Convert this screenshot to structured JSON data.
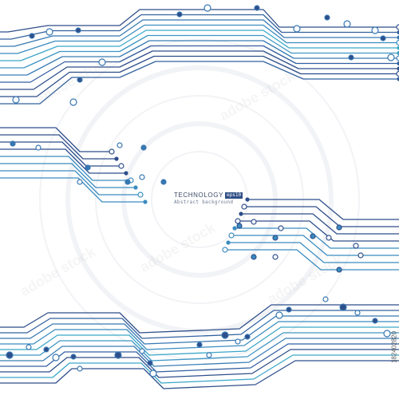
{
  "title": {
    "main": "TECHNOLOGY",
    "badge": "eps10",
    "subtitle": "Abstract background"
  },
  "stock_id": "182402820",
  "watermark": "adobe stock",
  "colors": {
    "background": "#ffffff",
    "trace_dark": "#2e4e8a",
    "trace_mid": "#3e7cb8",
    "trace_light": "#3aa6c8",
    "rings": "#d9dde4"
  },
  "icons": {
    "trace_node": "circle-node",
    "trace_ring": "ring-node"
  }
}
